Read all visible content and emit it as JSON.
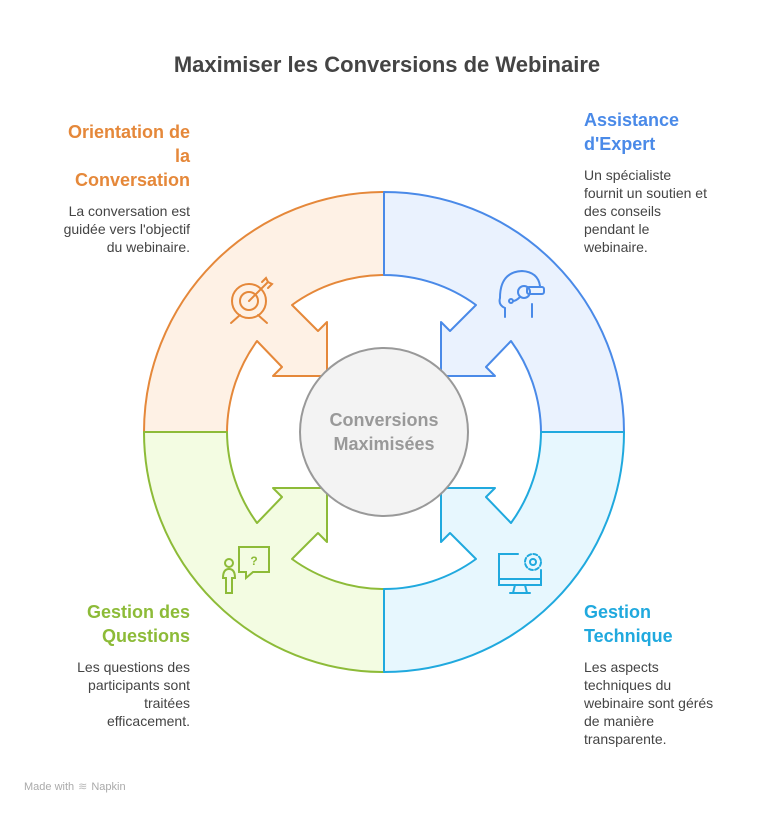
{
  "title": "Maximiser les Conversions de Webinaire",
  "center": {
    "lines": [
      "Conversions",
      "Maximisées"
    ]
  },
  "sections": [
    {
      "key": "orientation",
      "icon": "target-icon",
      "color": "#E5883A",
      "fill": "#FEF1E5",
      "title_lines": [
        "Orientation de",
        "la",
        "Conversation"
      ],
      "body_lines": [
        "La conversation est",
        "guidée vers l'objectif",
        "du webinaire."
      ]
    },
    {
      "key": "assistance",
      "icon": "expert-headset-icon",
      "color": "#4A8AE8",
      "fill": "#EAF2FE",
      "title_lines": [
        "Assistance",
        "d'Expert"
      ],
      "body_lines": [
        "Un spécialiste",
        "fournit un soutien et",
        "des conseils",
        "pendant le",
        "webinaire."
      ]
    },
    {
      "key": "questions",
      "icon": "person-question-icon",
      "color": "#8DBB38",
      "fill": "#F3FCE2",
      "title_lines": [
        "Gestion des",
        "Questions"
      ],
      "body_lines": [
        "Les questions des",
        "participants sont",
        "traitées",
        "efficacement."
      ]
    },
    {
      "key": "technique",
      "icon": "monitor-gear-icon",
      "color": "#20A9DE",
      "fill": "#E7F7FE",
      "title_lines": [
        "Gestion",
        "Technique"
      ],
      "body_lines": [
        "Les aspects",
        "techniques du",
        "webinaire sont gérés",
        "de manière",
        "transparente."
      ]
    }
  ],
  "footer": {
    "text": "Made with",
    "brand": "Napkin"
  }
}
